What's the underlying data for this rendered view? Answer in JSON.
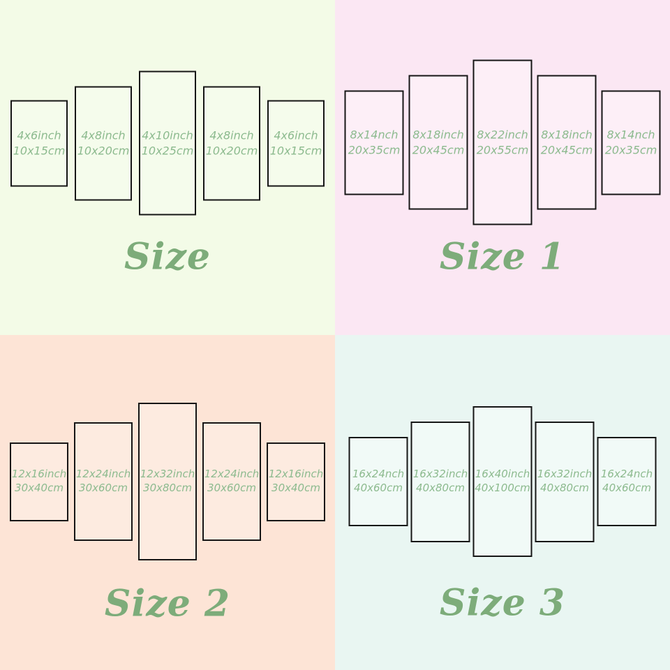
{
  "colors": {
    "label_text": "#8cba8e",
    "title_text": "#7dac7a",
    "panel_border": "#161616"
  },
  "quadrants": [
    {
      "title": "Size",
      "bg": "#f3fbe7",
      "panel_bg": "#f5fcec",
      "panels": [
        {
          "inch": "4x6inch",
          "cm": "10x15cm"
        },
        {
          "inch": "4x8inch",
          "cm": "10x20cm"
        },
        {
          "inch": "4x10inch",
          "cm": "10x25cm"
        },
        {
          "inch": "4x8inch",
          "cm": "10x20cm"
        },
        {
          "inch": "4x6inch",
          "cm": "10x15cm"
        }
      ]
    },
    {
      "title": "Size 1",
      "bg": "#fbe7f3",
      "panel_bg": "#fdeff7",
      "panels": [
        {
          "inch": "8x14nch",
          "cm": "20x35cm"
        },
        {
          "inch": "8x18inch",
          "cm": "20x45cm"
        },
        {
          "inch": "8x22inch",
          "cm": "20x55cm"
        },
        {
          "inch": "8x18inch",
          "cm": "20x45cm"
        },
        {
          "inch": "8x14nch",
          "cm": "20x35cm"
        }
      ]
    },
    {
      "title": "Size 2",
      "bg": "#fde4d6",
      "panel_bg": "#fdebe0",
      "panels": [
        {
          "inch": "12x16inch",
          "cm": "30x40cm"
        },
        {
          "inch": "12x24inch",
          "cm": "30x60cm"
        },
        {
          "inch": "12x32inch",
          "cm": "30x80cm"
        },
        {
          "inch": "12x24inch",
          "cm": "30x60cm"
        },
        {
          "inch": "12x16inch",
          "cm": "30x40cm"
        }
      ]
    },
    {
      "title": "Size 3",
      "bg": "#e9f6f2",
      "panel_bg": "#f1faf7",
      "panels": [
        {
          "inch": "16x24nch",
          "cm": "40x60cm"
        },
        {
          "inch": "16x32inch",
          "cm": "40x80cm"
        },
        {
          "inch": "16x40inch",
          "cm": "40x100cm"
        },
        {
          "inch": "16x32inch",
          "cm": "40x80cm"
        },
        {
          "inch": "16x24nch",
          "cm": "40x60cm"
        }
      ]
    }
  ]
}
